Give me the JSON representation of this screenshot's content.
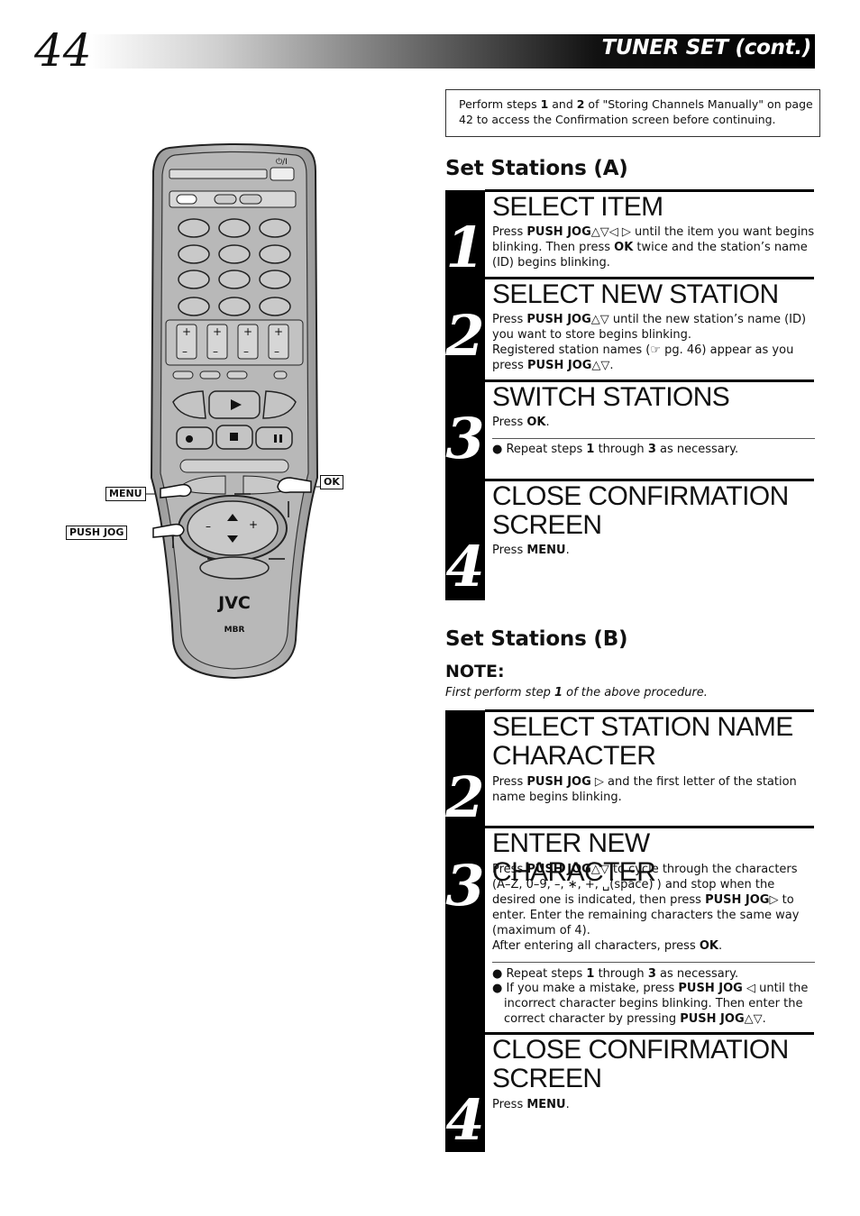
{
  "page": {
    "number": "44",
    "title": "TUNER SET (cont.)"
  },
  "intro": {
    "t1": "Perform steps ",
    "b1": "1",
    "t2": " and ",
    "b2": "2",
    "t3": " of \"Storing Channels Manually\" on page 42 to access the Confirmation screen before continuing."
  },
  "remote": {
    "brand": "JVC",
    "sub_logo": "MBR",
    "callouts": {
      "menu": "MENU",
      "ok": "OK",
      "push_jog": "PUSH JOG"
    }
  },
  "section_a": {
    "heading": "Set Stations (A)",
    "steps": [
      {
        "num": "1",
        "title": "SELECT ITEM",
        "p1": "Press ",
        "k1": "PUSH JOG",
        "p2": "△▽◁ ▷ until the item you want begins blinking. Then press ",
        "k2": "OK",
        "p3": " twice and the station’s name (ID) begins blinking."
      },
      {
        "num": "2",
        "title": "SELECT NEW STATION",
        "p1": "Press ",
        "k1": "PUSH JOG",
        "p2": "△▽ until the new station’s name (ID) you want to store begins blinking.",
        "p3": "Registered station names (☞ pg. 46) appear as you press ",
        "k2": "PUSH JOG",
        "p4": "△▽."
      },
      {
        "num": "3",
        "title": "SWITCH STATIONS",
        "p1": "Press ",
        "k1": "OK",
        "p2": ".",
        "bullet_1": "Repeat steps ",
        "bullet_b1": "1",
        "bullet_2": " through ",
        "bullet_b2": "3",
        "bullet_3": " as necessary."
      },
      {
        "num": "4",
        "title": "CLOSE CONFIRMATION SCREEN",
        "p1": "Press ",
        "k1": "MENU",
        "p2": "."
      }
    ]
  },
  "section_b": {
    "heading": "Set Stations (B)",
    "note_head": "NOTE:",
    "note_1": "First perform step ",
    "note_b": "1",
    "note_2": " of the above procedure.",
    "steps": [
      {
        "num": "2",
        "title": "SELECT STATION NAME CHARACTER",
        "p1": "Press ",
        "k1": "PUSH JOG",
        "p2": " ▷ and the first letter of the station name begins blinking."
      },
      {
        "num": "3",
        "title": "ENTER NEW CHARACTER",
        "p1": "Press ",
        "k1": "PUSH JOG",
        "p2": "△▽ to cycle through the characters (A–Z, 0–9, –, ∗, +, ␣(space) ) and stop when the desired one is indicated, then press ",
        "k2": "PUSH JOG",
        "p3": "▷ to enter. Enter the remaining characters the same way (maximum of 4).",
        "p4": "After entering all characters, press ",
        "k3": "OK",
        "p5": ".",
        "b1_1": "Repeat steps ",
        "b1_b1": "1",
        "b1_2": " through ",
        "b1_b2": "3",
        "b1_3": " as necessary.",
        "b2_1": "If you make a mistake, press ",
        "b2_k1": "PUSH JOG",
        "b2_2": " ◁ until the incorrect character begins blinking. Then enter the correct character by pressing ",
        "b2_k2": "PUSH JOG",
        "b2_3": "△▽."
      },
      {
        "num": "4",
        "title": "CLOSE CONFIRMATION SCREEN",
        "p1": "Press ",
        "k1": "MENU",
        "p2": "."
      }
    ]
  }
}
